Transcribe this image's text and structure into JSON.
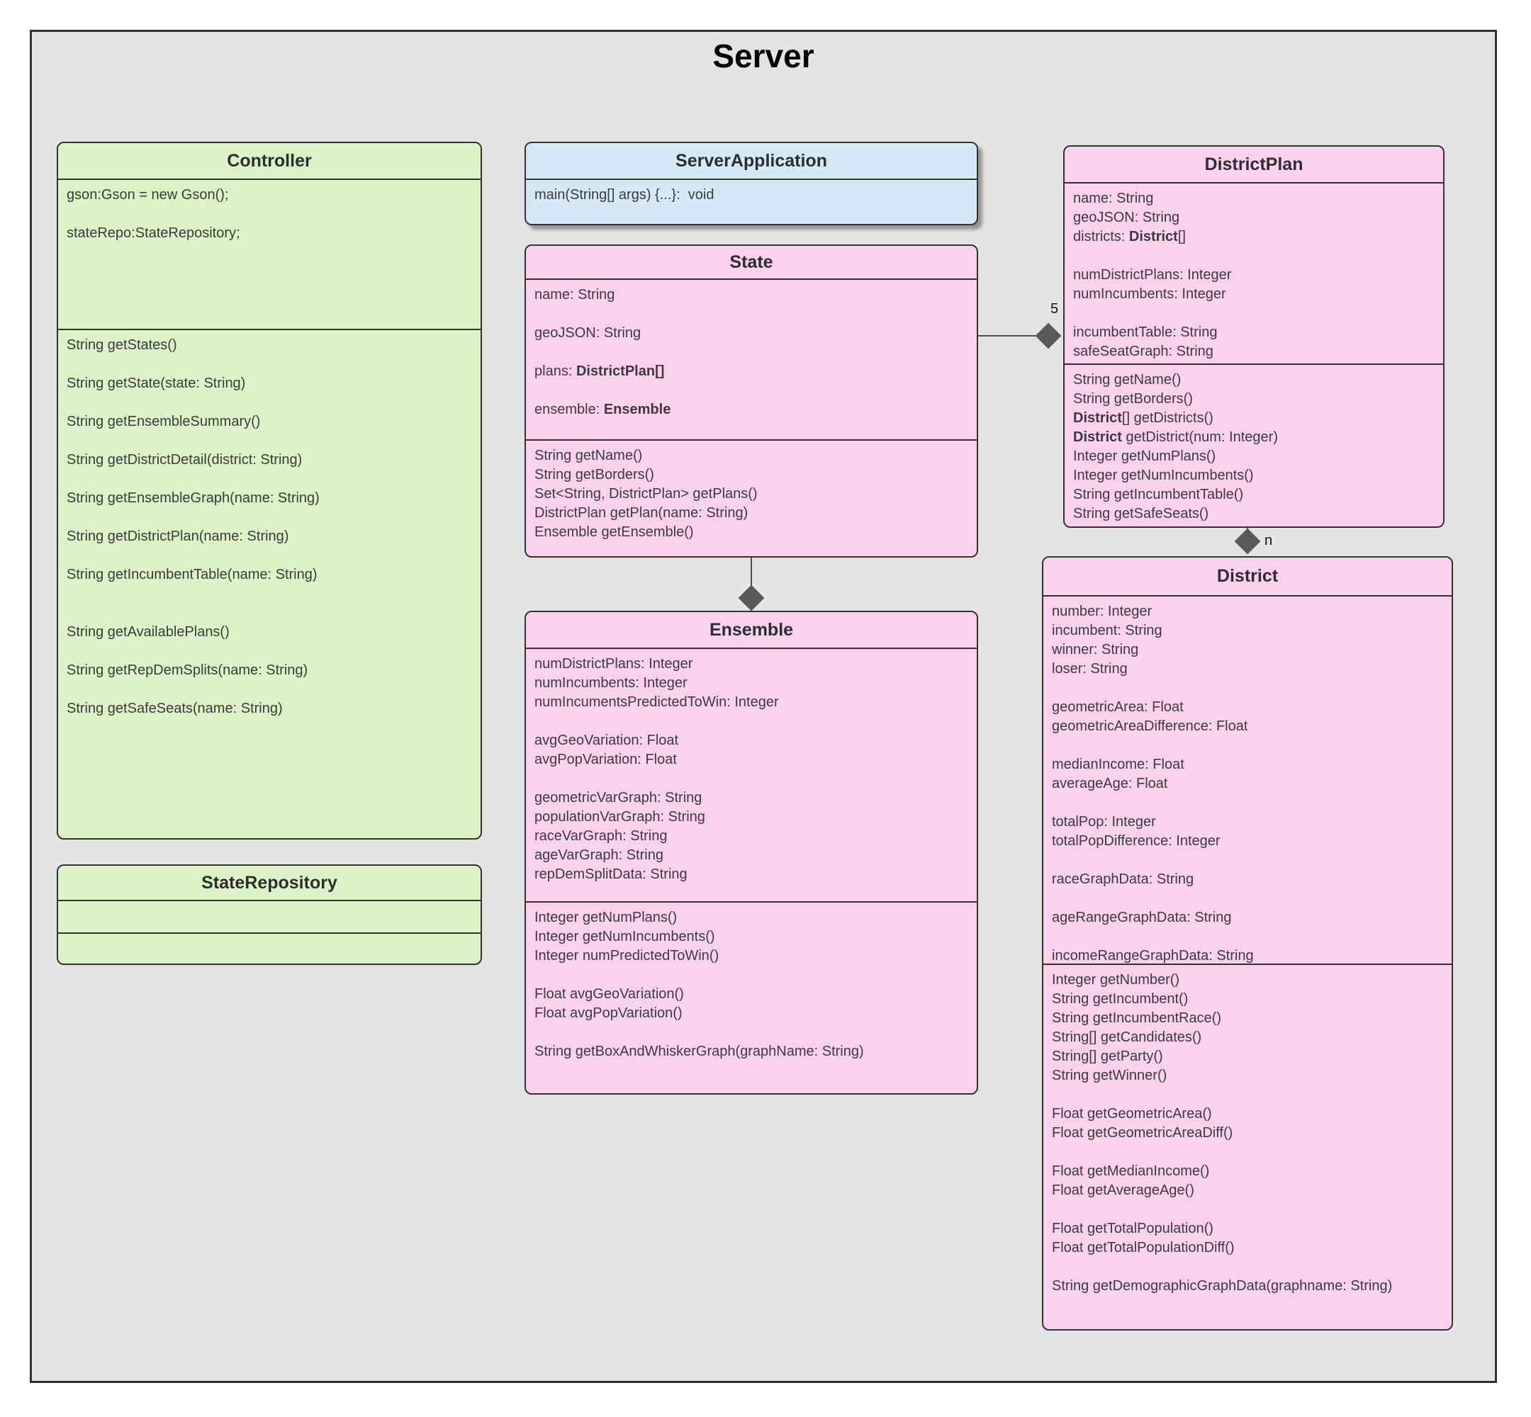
{
  "diagram_title": "Server",
  "colors": {
    "frame_background": "#e4e4e4",
    "frame_border": "#333333",
    "class_green": "#dbf3c6",
    "class_blue": "#d5e9f6",
    "class_pink": "#fbd2ee",
    "connector": "#4d4d4d",
    "diamond": "#595959",
    "text": "#3b3b3b"
  },
  "classes": {
    "controller": {
      "name": "Controller",
      "attributes": [
        "gson:Gson = new Gson();",
        "",
        "stateRepo:StateRepository;"
      ],
      "methods": [
        "String getStates()",
        "",
        "String getState(state: String)",
        "",
        "String getEnsembleSummary()",
        "",
        "String getDistrictDetail(district: String)",
        "",
        "String getEnsembleGraph(name: String)",
        "",
        "String getDistrictPlan(name: String)",
        "",
        "String getIncumbentTable(name: String)",
        "",
        "",
        "String getAvailablePlans()",
        "",
        "String getRepDemSplits(name: String)",
        "",
        "String getSafeSeats(name: String)"
      ]
    },
    "state_repository": {
      "name": "StateRepository",
      "attributes": [],
      "methods": []
    },
    "server_application": {
      "name": "ServerApplication",
      "body": [
        "main(String[] args) {...}:  void"
      ]
    },
    "state": {
      "name": "State",
      "attributes": [
        "name: String",
        "",
        "geoJSON: String",
        "",
        "plans: **DistrictPlan[]**",
        "",
        "ensemble: **Ensemble**"
      ],
      "methods": [
        "String getName()",
        "String getBorders()",
        "Set<String, DistrictPlan> getPlans()",
        "DistrictPlan getPlan(name: String)",
        "Ensemble getEnsemble()"
      ]
    },
    "ensemble": {
      "name": "Ensemble",
      "attributes": [
        "numDistrictPlans: Integer",
        "numIncumbents: Integer",
        "numIncumentsPredictedToWin: Integer",
        "",
        "avgGeoVariation: Float",
        "avgPopVariation: Float",
        "",
        "geometricVarGraph: String",
        "populationVarGraph: String",
        "raceVarGraph: String",
        "ageVarGraph: String",
        "repDemSplitData: String"
      ],
      "methods": [
        "Integer getNumPlans()",
        "Integer getNumIncumbents()",
        "Integer numPredictedToWin()",
        "",
        "Float avgGeoVariation()",
        "Float avgPopVariation()",
        "",
        "String getBoxAndWhiskerGraph(graphName: String)"
      ]
    },
    "district_plan": {
      "name": "DistrictPlan",
      "attributes": [
        "name: String",
        "geoJSON: String",
        "districts: **District**[]",
        "",
        "numDistrictPlans: Integer",
        "numIncumbents: Integer",
        "",
        "incumbentTable: String",
        "safeSeatGraph: String"
      ],
      "methods": [
        "String getName()",
        "String getBorders()",
        "**District**[] getDistricts()",
        "**District** getDistrict(num: Integer)",
        "Integer getNumPlans()",
        "Integer getNumIncumbents()",
        "String getIncumbentTable()",
        "String getSafeSeats()"
      ]
    },
    "district": {
      "name": "District",
      "attributes": [
        "number: Integer",
        "incumbent: String",
        "winner: String",
        "loser: String",
        "",
        "geometricArea: Float",
        "geometricAreaDifference: Float",
        "",
        "medianIncome: Float",
        "averageAge: Float",
        "",
        "totalPop: Integer",
        "totalPopDifference: Integer",
        "",
        "raceGraphData: String",
        "",
        "ageRangeGraphData: String",
        "",
        "incomeRangeGraphData: String"
      ],
      "methods": [
        "Integer getNumber()",
        "String getIncumbent()",
        "String getIncumbentRace()",
        "String[] getCandidates()",
        "String[] getParty()",
        "String getWinner()",
        "",
        "Float getGeometricArea()",
        "Float getGeometricAreaDiff()",
        "",
        "Float getMedianIncome()",
        "Float getAverageAge()",
        "",
        "Float getTotalPopulation()",
        "Float getTotalPopulationDiff()",
        "",
        "String getDemographicGraphData(graphname: String)"
      ]
    }
  },
  "connectors": {
    "state_to_districtplan": {
      "type": "composition",
      "multiplicity": "5"
    },
    "state_to_ensemble": {
      "type": "composition",
      "multiplicity": ""
    },
    "districtplan_to_district": {
      "type": "composition",
      "multiplicity": "n"
    }
  }
}
